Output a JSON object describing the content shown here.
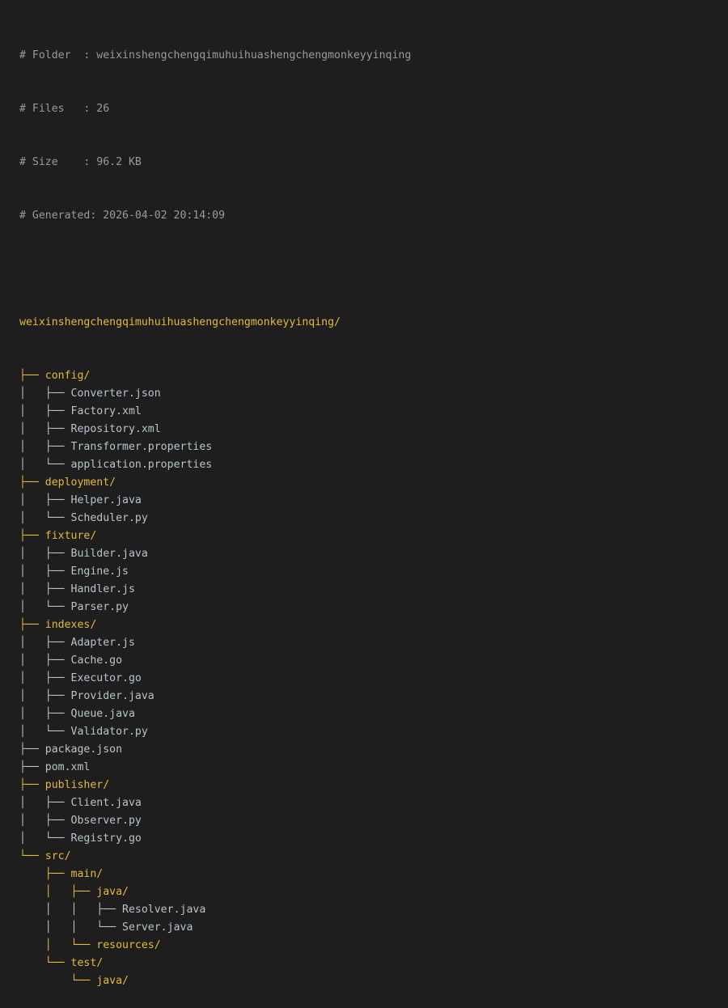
{
  "header": {
    "folder_line": "# Folder  : weixinshengchengqimuhuihuashengchengmonkeyyinqing",
    "files_line": "# Files   : 26",
    "size_line": "# Size    : 96.2 KB",
    "generated_line": "# Generated: 2026-04-02 20:14:09",
    "folder": "weixinshengchengqimuhuihuashengchengmonkeyyinqing",
    "files": "26",
    "size": "96.2 KB",
    "generated": "2026-04-02 20:14:09"
  },
  "colors": {
    "background": "#1e1e1e",
    "meta": "#9a9a9a",
    "directory": "#e5b93a",
    "file": "#b7c4cc"
  },
  "tree": {
    "root": "weixinshengchengqimuhuihuashengchengmonkeyyinqing/",
    "lines": [
      {
        "prefix": "├── ",
        "name": "config/",
        "type": "dir"
      },
      {
        "prefix": "│   ├── ",
        "name": "Converter.json",
        "type": "file"
      },
      {
        "prefix": "│   ├── ",
        "name": "Factory.xml",
        "type": "file"
      },
      {
        "prefix": "│   ├── ",
        "name": "Repository.xml",
        "type": "file"
      },
      {
        "prefix": "│   ├── ",
        "name": "Transformer.properties",
        "type": "file"
      },
      {
        "prefix": "│   └── ",
        "name": "application.properties",
        "type": "file"
      },
      {
        "prefix": "├── ",
        "name": "deployment/",
        "type": "dir"
      },
      {
        "prefix": "│   ├── ",
        "name": "Helper.java",
        "type": "file"
      },
      {
        "prefix": "│   └── ",
        "name": "Scheduler.py",
        "type": "file"
      },
      {
        "prefix": "├── ",
        "name": "fixture/",
        "type": "dir"
      },
      {
        "prefix": "│   ├── ",
        "name": "Builder.java",
        "type": "file"
      },
      {
        "prefix": "│   ├── ",
        "name": "Engine.js",
        "type": "file"
      },
      {
        "prefix": "│   ├── ",
        "name": "Handler.js",
        "type": "file"
      },
      {
        "prefix": "│   └── ",
        "name": "Parser.py",
        "type": "file"
      },
      {
        "prefix": "├── ",
        "name": "indexes/",
        "type": "dir"
      },
      {
        "prefix": "│   ├── ",
        "name": "Adapter.js",
        "type": "file"
      },
      {
        "prefix": "│   ├── ",
        "name": "Cache.go",
        "type": "file"
      },
      {
        "prefix": "│   ├── ",
        "name": "Executor.go",
        "type": "file"
      },
      {
        "prefix": "│   ├── ",
        "name": "Provider.java",
        "type": "file"
      },
      {
        "prefix": "│   ├── ",
        "name": "Queue.java",
        "type": "file"
      },
      {
        "prefix": "│   └── ",
        "name": "Validator.py",
        "type": "file"
      },
      {
        "prefix": "├── ",
        "name": "package.json",
        "type": "file"
      },
      {
        "prefix": "├── ",
        "name": "pom.xml",
        "type": "file"
      },
      {
        "prefix": "├── ",
        "name": "publisher/",
        "type": "dir"
      },
      {
        "prefix": "│   ├── ",
        "name": "Client.java",
        "type": "file"
      },
      {
        "prefix": "│   ├── ",
        "name": "Observer.py",
        "type": "file"
      },
      {
        "prefix": "│   └── ",
        "name": "Registry.go",
        "type": "file"
      },
      {
        "prefix": "└── ",
        "name": "src/",
        "type": "dir"
      },
      {
        "prefix": "    ├── ",
        "name": "main/",
        "type": "dir"
      },
      {
        "prefix": "    │   ├── ",
        "name": "java/",
        "type": "dir"
      },
      {
        "prefix": "    │   │   ├── ",
        "name": "Resolver.java",
        "type": "file"
      },
      {
        "prefix": "    │   │   └── ",
        "name": "Server.java",
        "type": "file"
      },
      {
        "prefix": "    │   └── ",
        "name": "resources/",
        "type": "dir"
      },
      {
        "prefix": "    └── ",
        "name": "test/",
        "type": "dir"
      },
      {
        "prefix": "        └── ",
        "name": "java/",
        "type": "dir"
      }
    ]
  }
}
